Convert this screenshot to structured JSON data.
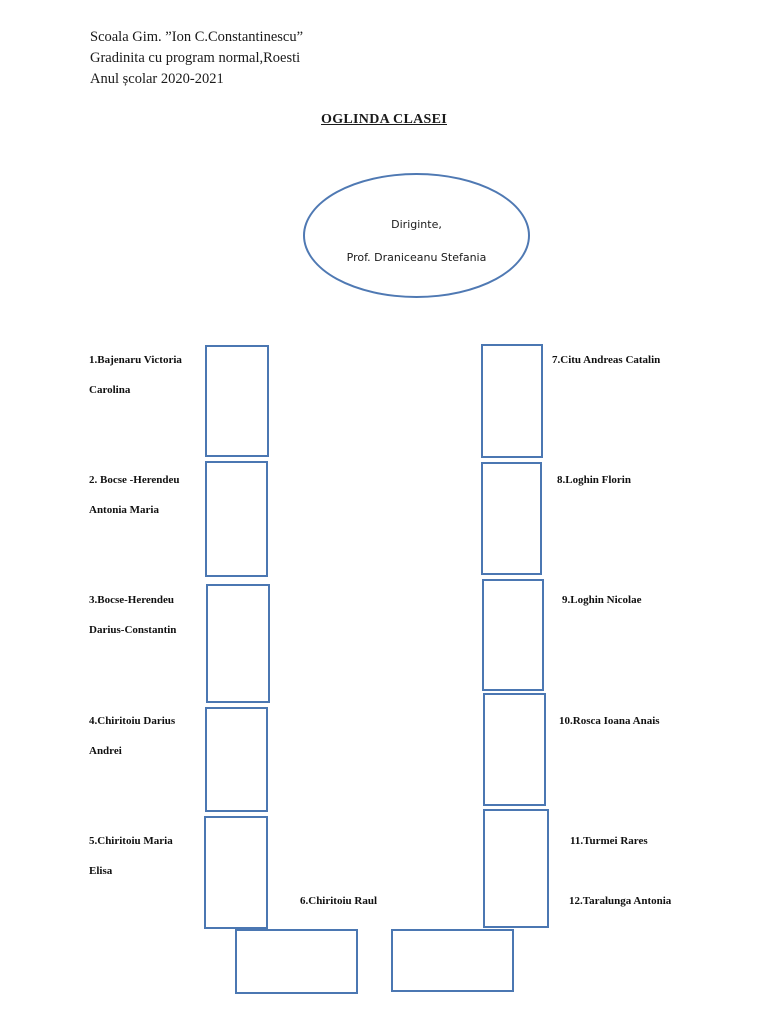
{
  "header": {
    "school": "Scoala Gim. ”Ion C.Constantinescu”",
    "kindergarten": "Gradinita cu program normal,Roesti",
    "year": "Anul școlar 2020-2021"
  },
  "title": "OGLINDA CLASEI",
  "teacher": {
    "role": "Diriginte,",
    "name": "Prof. Draniceanu Stefania"
  },
  "students": {
    "s1": {
      "line1": "1.Bajenaru Victoria",
      "line2": "Carolina"
    },
    "s2": {
      "line1": "2. Bocse -Herendeu",
      "line2": "Antonia Maria"
    },
    "s3": {
      "line1": "3.Bocse-Herendeu",
      "line2": "Darius-Constantin"
    },
    "s4": {
      "line1": "4.Chiritoiu Darius",
      "line2": "Andrei"
    },
    "s5": {
      "line1": "5.Chiritoiu Maria",
      "line2": "Elisa"
    },
    "s6": "6.Chiritoiu Raul",
    "s7": "7.Citu Andreas Catalin",
    "s8": "8.Loghin Florin",
    "s9": "9.Loghin Nicolae",
    "s10": "10.Rosca Ioana Anais",
    "s11": "11.Turmei Rares",
    "s12": "12.Taralunga Antonia"
  }
}
